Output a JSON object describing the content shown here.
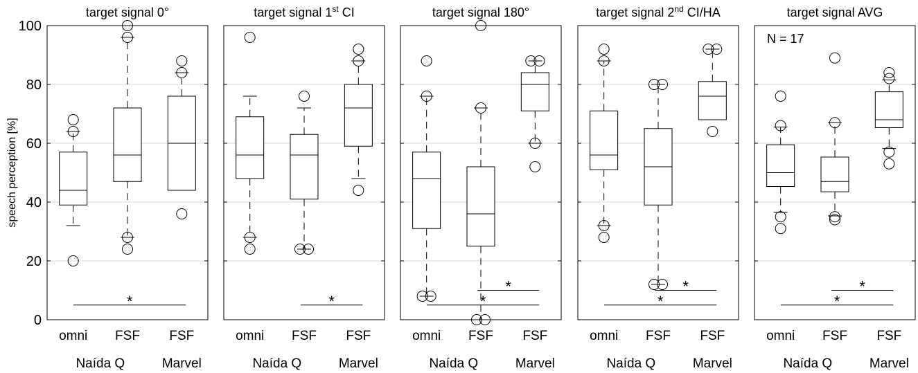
{
  "y_axis_label": "speech perception [%]",
  "y_ticks": [
    "0",
    "20",
    "40",
    "60",
    "80",
    "100"
  ],
  "group_labels": [
    "Naída Q",
    "Marvel"
  ],
  "x_tick_labels": [
    "omni",
    "FSF",
    "FSF"
  ],
  "annotation": "N = 17",
  "star_symbol": "*",
  "chart_data": [
    {
      "type": "box",
      "title": "target signal 0°",
      "title_parts": [
        "target signal 0°",
        "",
        ""
      ],
      "categories": [
        "omni",
        "FSF",
        "FSF"
      ],
      "ylim": [
        0,
        100
      ],
      "grid": true,
      "boxes": [
        {
          "whisker_low": 32,
          "q1": 39,
          "median": 44,
          "q3": 57,
          "whisker_high": 64,
          "outliers": [
            20,
            68,
            64
          ]
        },
        {
          "whisker_low": 28,
          "q1": 47,
          "median": 56,
          "q3": 72,
          "whisker_high": 96,
          "outliers": [
            24,
            28,
            96,
            100
          ]
        },
        {
          "whisker_low": 44,
          "q1": 44,
          "median": 60,
          "q3": 76,
          "whisker_high": 84,
          "outliers": [
            36,
            84,
            88
          ]
        }
      ],
      "significance": [
        {
          "from": 0,
          "to": 2,
          "y": 5,
          "label": "*"
        }
      ]
    },
    {
      "type": "box",
      "title": "target signal 1st CI",
      "title_parts": [
        "target signal 1",
        "st",
        " CI"
      ],
      "categories": [
        "omni",
        "FSF",
        "FSF"
      ],
      "ylim": [
        0,
        100
      ],
      "grid": true,
      "boxes": [
        {
          "whisker_low": 28,
          "q1": 48,
          "median": 56,
          "q3": 69,
          "whisker_high": 76,
          "outliers": [
            24,
            28,
            96
          ]
        },
        {
          "whisker_low": 24,
          "q1": 41,
          "median": 56,
          "q3": 63,
          "whisker_high": 72,
          "outliers": [
            24,
            24,
            76
          ]
        },
        {
          "whisker_low": 48,
          "q1": 59,
          "median": 72,
          "q3": 80,
          "whisker_high": 88,
          "outliers": [
            44,
            88,
            92
          ]
        }
      ],
      "significance": [
        {
          "from": 1,
          "to": 2,
          "y": 5,
          "label": "*"
        }
      ]
    },
    {
      "type": "box",
      "title": "target signal 180°",
      "title_parts": [
        "target signal 180°",
        "",
        ""
      ],
      "categories": [
        "omni",
        "FSF",
        "FSF"
      ],
      "ylim": [
        0,
        100
      ],
      "grid": true,
      "boxes": [
        {
          "whisker_low": 8,
          "q1": 31,
          "median": 48,
          "q3": 57,
          "whisker_high": 76,
          "outliers": [
            8,
            8,
            76,
            88
          ]
        },
        {
          "whisker_low": 0,
          "q1": 25,
          "median": 36,
          "q3": 52,
          "whisker_high": 72,
          "outliers": [
            0,
            0,
            72,
            100
          ]
        },
        {
          "whisker_low": 60,
          "q1": 71,
          "median": 80,
          "q3": 84,
          "whisker_high": 88,
          "outliers": [
            52,
            60,
            88,
            88
          ]
        }
      ],
      "significance": [
        {
          "from": 1,
          "to": 2,
          "y": 10,
          "label": "*"
        },
        {
          "from": 0,
          "to": 2,
          "y": 5,
          "label": "*"
        }
      ]
    },
    {
      "type": "box",
      "title": "target signal 2nd CI/HA",
      "title_parts": [
        "target signal 2",
        "nd",
        " CI/HA"
      ],
      "categories": [
        "omni",
        "FSF",
        "FSF"
      ],
      "ylim": [
        0,
        100
      ],
      "grid": true,
      "boxes": [
        {
          "whisker_low": 32,
          "q1": 51,
          "median": 56,
          "q3": 71,
          "whisker_high": 88,
          "outliers": [
            28,
            32,
            88,
            92
          ]
        },
        {
          "whisker_low": 12,
          "q1": 39,
          "median": 52,
          "q3": 65,
          "whisker_high": 80,
          "outliers": [
            12,
            12,
            80,
            80
          ]
        },
        {
          "whisker_low": 68,
          "q1": 68,
          "median": 76,
          "q3": 81,
          "whisker_high": 92,
          "outliers": [
            64,
            92,
            92
          ]
        }
      ],
      "significance": [
        {
          "from": 1,
          "to": 2,
          "y": 10,
          "label": "*"
        },
        {
          "from": 0,
          "to": 2,
          "y": 5,
          "label": "*"
        }
      ]
    },
    {
      "type": "box",
      "title": "target signal AVG",
      "title_parts": [
        "target signal AVG",
        "",
        ""
      ],
      "categories": [
        "omni",
        "FSF",
        "FSF"
      ],
      "ylim": [
        0,
        100
      ],
      "grid": true,
      "boxes": [
        {
          "whisker_low": 36.5,
          "q1": 45.3,
          "median": 50,
          "q3": 59.5,
          "whisker_high": 65.5,
          "outliers": [
            31,
            35,
            66,
            76
          ]
        },
        {
          "whisker_low": 35.3,
          "q1": 43.5,
          "median": 47,
          "q3": 55.3,
          "whisker_high": 67,
          "outliers": [
            34,
            35,
            67,
            89
          ]
        },
        {
          "whisker_low": 58.2,
          "q1": 65.3,
          "median": 68,
          "q3": 77.5,
          "whisker_high": 81.5,
          "outliers": [
            53,
            57,
            82,
            84
          ]
        }
      ],
      "significance": [
        {
          "from": 1,
          "to": 2,
          "y": 10,
          "label": "*"
        },
        {
          "from": 0,
          "to": 2,
          "y": 5,
          "label": "*"
        }
      ]
    }
  ]
}
